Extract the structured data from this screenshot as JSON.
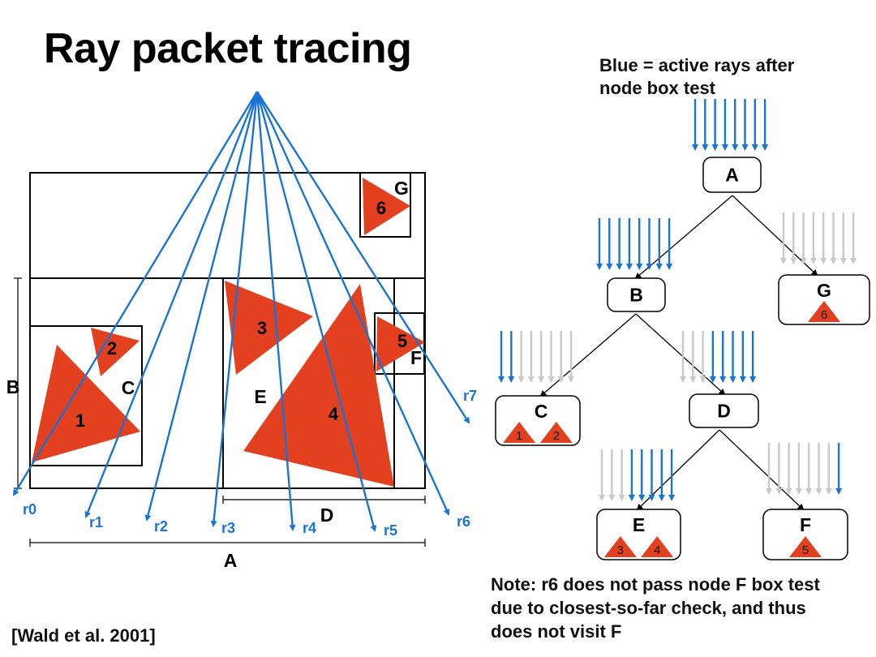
{
  "title": "Ray packet tracing",
  "legend_text": [
    "Blue = active rays after",
    "node box test"
  ],
  "note_text": [
    "Note: r6 does not pass node F box test",
    "due to closest-so-far check, and thus",
    "does not visit F"
  ],
  "citation": "[Wald et al. 2001]",
  "colors": {
    "ray": "#1a74d2",
    "inactive_ray": "#c9c9c9",
    "triangle": "#e2401f",
    "box": "#000000",
    "ray_label": "#1a74d2"
  },
  "scene": {
    "box_labels": {
      "A": "A",
      "B": "B",
      "C": "C",
      "D": "D",
      "E": "E",
      "F": "F",
      "G": "G"
    },
    "triangle_labels": [
      "1",
      "2",
      "3",
      "4",
      "5",
      "6"
    ],
    "ray_labels": [
      "r0",
      "r1",
      "r2",
      "r3",
      "r4",
      "r5",
      "r6",
      "r7"
    ]
  },
  "tree": {
    "nodes": [
      {
        "id": "A",
        "label": "A"
      },
      {
        "id": "B",
        "label": "B"
      },
      {
        "id": "G",
        "label": "G",
        "triangles": [
          "6"
        ]
      },
      {
        "id": "C",
        "label": "C",
        "triangles": [
          "1",
          "2"
        ]
      },
      {
        "id": "D",
        "label": "D"
      },
      {
        "id": "E",
        "label": "E",
        "triangles": [
          "3",
          "4"
        ]
      },
      {
        "id": "F",
        "label": "F",
        "triangles": [
          "5"
        ]
      }
    ],
    "edges": [
      [
        "A",
        "B"
      ],
      [
        "A",
        "G"
      ],
      [
        "B",
        "C"
      ],
      [
        "B",
        "D"
      ],
      [
        "D",
        "E"
      ],
      [
        "D",
        "F"
      ]
    ],
    "packets": [
      {
        "above": "A",
        "active": [
          true,
          true,
          true,
          true,
          true,
          true,
          true,
          true
        ]
      },
      {
        "above": "B",
        "active": [
          true,
          true,
          true,
          true,
          true,
          true,
          true,
          true
        ]
      },
      {
        "above": "G",
        "active": [
          false,
          false,
          false,
          false,
          false,
          false,
          false,
          false
        ]
      },
      {
        "above": "C",
        "active": [
          true,
          true,
          false,
          false,
          false,
          false,
          false,
          false
        ]
      },
      {
        "above": "D",
        "active": [
          false,
          false,
          false,
          true,
          true,
          true,
          true,
          true
        ]
      },
      {
        "above": "E",
        "active": [
          false,
          false,
          false,
          true,
          true,
          true,
          true,
          true
        ]
      },
      {
        "above": "F",
        "active": [
          false,
          false,
          false,
          false,
          false,
          false,
          false,
          true
        ]
      }
    ]
  }
}
